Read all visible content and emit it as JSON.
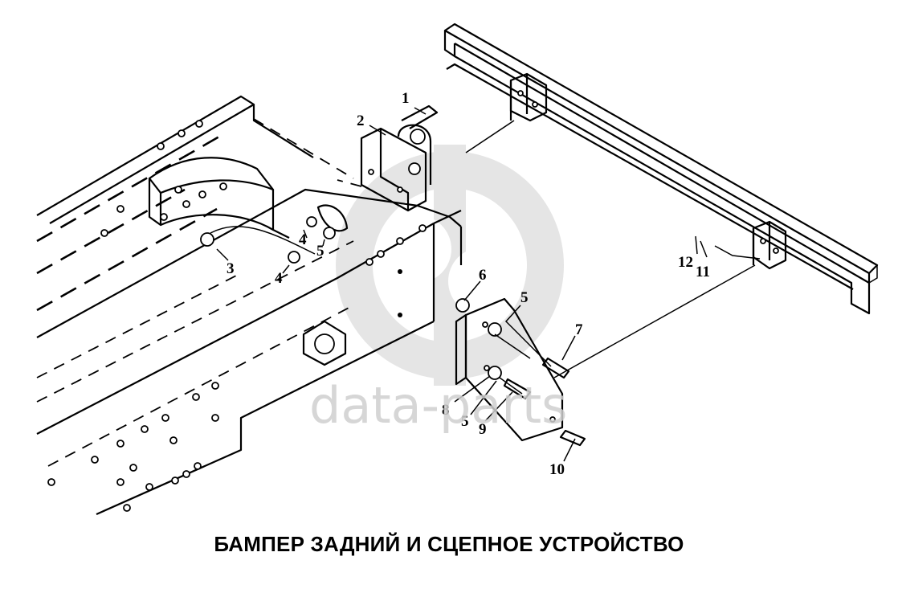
{
  "title": "БАМПЕР ЗАДНИЙ И СЦЕПНОЕ УСТРОЙСТВО",
  "watermark": {
    "text": "data-parts",
    "logo_icon": "dp-logo-icon"
  },
  "callouts": [
    {
      "id": "c1",
      "label": "1"
    },
    {
      "id": "c2",
      "label": "2"
    },
    {
      "id": "c3",
      "label": "3"
    },
    {
      "id": "c4a",
      "label": "4"
    },
    {
      "id": "c4b",
      "label": "4"
    },
    {
      "id": "c5a",
      "label": "5"
    },
    {
      "id": "c5b",
      "label": "5"
    },
    {
      "id": "c5c",
      "label": "5"
    },
    {
      "id": "c6",
      "label": "6"
    },
    {
      "id": "c7",
      "label": "7"
    },
    {
      "id": "c8",
      "label": "8"
    },
    {
      "id": "c9",
      "label": "9"
    },
    {
      "id": "c10",
      "label": "10"
    },
    {
      "id": "c11",
      "label": "11"
    },
    {
      "id": "c12",
      "label": "12"
    }
  ]
}
